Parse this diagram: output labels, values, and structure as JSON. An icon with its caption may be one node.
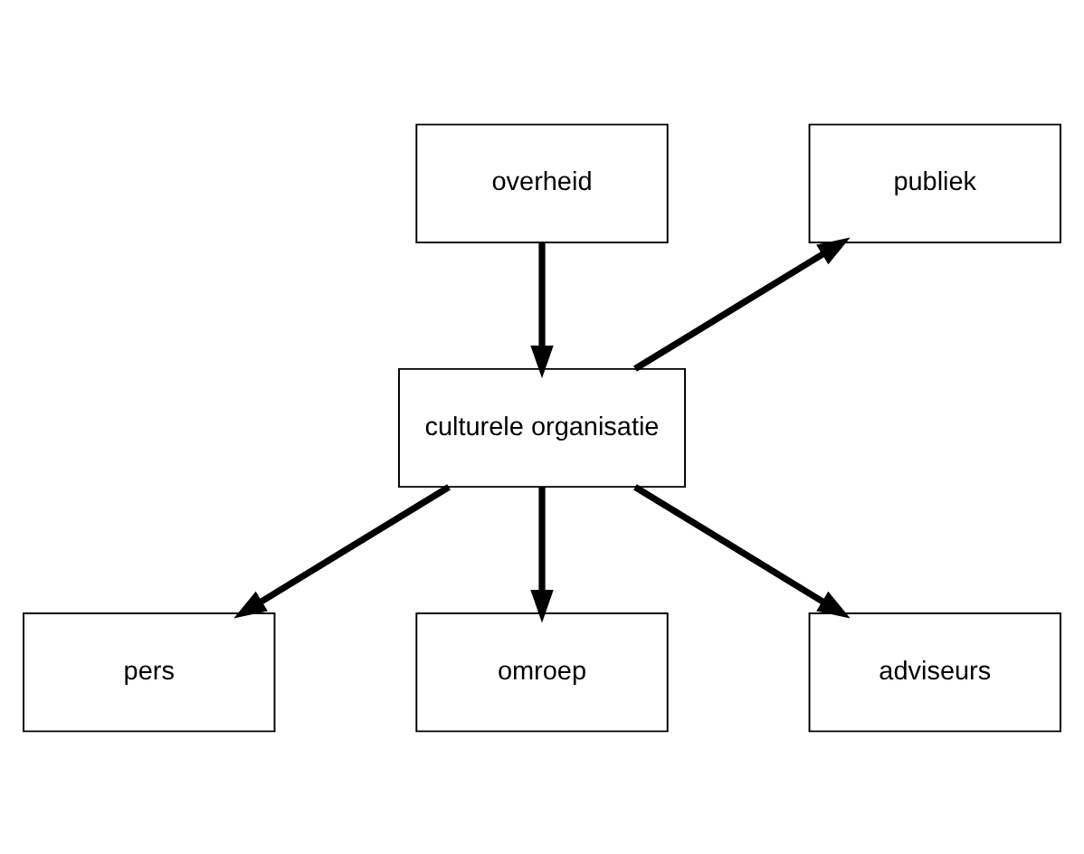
{
  "diagram": {
    "nodes": [
      {
        "text": [
          "overheid"
        ]
      },
      {
        "text": [
          "publiek"
        ]
      },
      {
        "text": [
          "culturele organisatie"
        ]
      },
      {
        "text": [
          "pers"
        ]
      },
      {
        "text": [
          "omroep"
        ]
      },
      {
        "text": [
          "adviseurs"
        ]
      }
    ],
    "edges": [
      {
        "from": 0,
        "to": 2,
        "arrow": "to"
      },
      {
        "from": 2,
        "to": 1,
        "arrow": "to"
      },
      {
        "from": 2,
        "to": 3,
        "arrow": "to"
      },
      {
        "from": 2,
        "to": 4,
        "arrow": "to"
      },
      {
        "from": 2,
        "to": 5,
        "arrow": "to"
      }
    ]
  }
}
